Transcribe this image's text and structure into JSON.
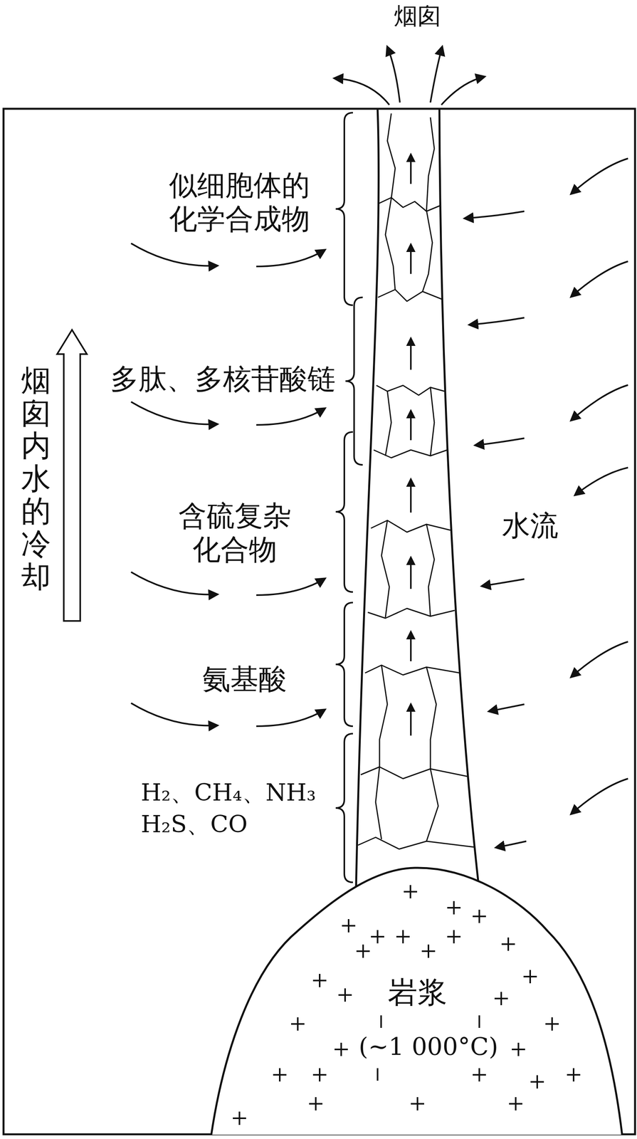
{
  "diagram": {
    "nodes": [
      {
        "text": [
          "岩浆",
          "(~1 000°C)"
        ]
      }
    ],
    "labels": [
      "烟囱",
      "似细胞体的 化学合成物",
      "多肽、多核苷酸链",
      "含硫复杂 化合物",
      "氨基酸",
      "H₂、CH₄、NH₃ H₂S、CO",
      "烟囱内水的冷却",
      "水流"
    ]
  }
}
